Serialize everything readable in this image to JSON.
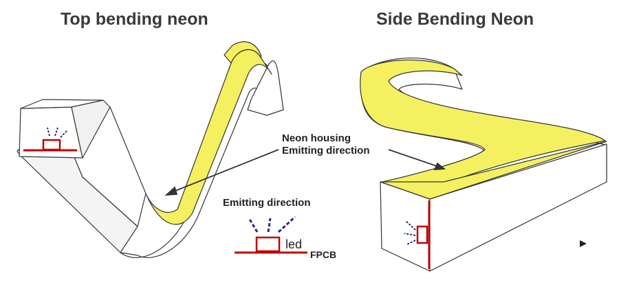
{
  "titles": {
    "left": "Top bending neon",
    "right": "Side Bending Neon"
  },
  "callout": {
    "line1": "Neon housing",
    "line2": "Emitting direction"
  },
  "legend": {
    "emitting_direction": "Emitting direction",
    "led": "led",
    "fpcb": "FPCB"
  },
  "colors": {
    "neon_yellow": "#f5f060",
    "housing_white": "#ffffff",
    "outline": "#333333",
    "led_red": "#c00000",
    "ray_blue": "#1f2a8c"
  },
  "icons": [
    "play-arrow-icon"
  ]
}
